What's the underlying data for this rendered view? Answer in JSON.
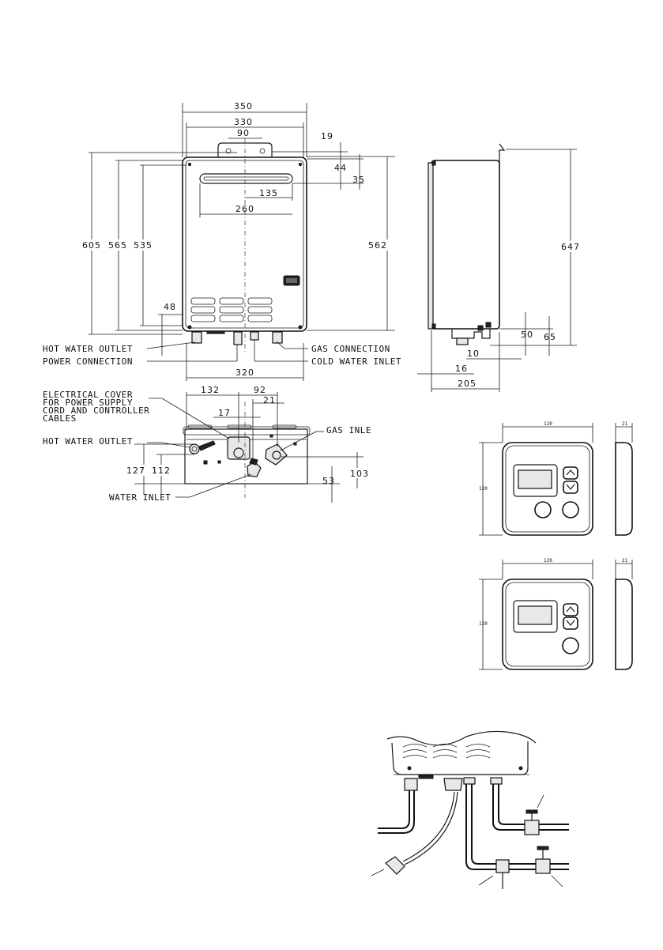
{
  "front_view": {
    "dims": {
      "w350": "350",
      "w330": "330",
      "w90": "90",
      "d19": "19",
      "d44": "44",
      "d35": "35",
      "w135": "135",
      "w260": "260",
      "h605": "605",
      "h565": "565",
      "h535": "535",
      "h562": "562",
      "h48": "48",
      "w320": "320"
    },
    "labels": {
      "hot_water_outlet": "HOT WATER OUTLET",
      "power_connection": "POWER CONNECTION",
      "gas_connection": "GAS CONNECTION",
      "cold_water_inlet": "COLD WATER INLET"
    }
  },
  "side_view": {
    "dims": {
      "h647": "647",
      "d50": "50",
      "d65": "65",
      "d10": "10",
      "d16": "16",
      "w205": "205"
    }
  },
  "bottom_view": {
    "dims": {
      "w132": "132",
      "w92": "92",
      "w21": "21",
      "w17": "17",
      "h127": "127",
      "h112": "112",
      "h103": "103",
      "h53": "53"
    },
    "labels": {
      "electrical_cover_1": "ELECTRICAL COVER",
      "electrical_cover_2": "FOR POWER SUPPLY",
      "electrical_cover_3": "CORD AND CONTROLLER",
      "electrical_cover_4": "CABLES",
      "hot_water_outlet": "HOT WATER OUTLET",
      "gas_inlet": "GAS INLE",
      "water_inlet": "WATER INLET"
    }
  },
  "controllers": [
    {
      "width": "120",
      "height": "120",
      "depth": "21",
      "round_buttons": 2
    },
    {
      "width": "120",
      "height": "120",
      "depth": "21",
      "round_buttons": 1
    }
  ]
}
